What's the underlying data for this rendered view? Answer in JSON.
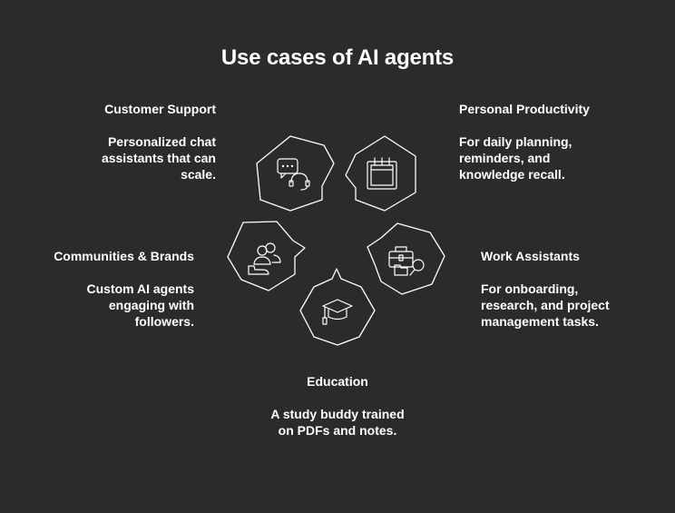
{
  "title": "Use cases of AI agents",
  "use_cases": [
    {
      "heading": "Customer Support",
      "description": "Personalized chat\nassistants that can\nscale.",
      "icon": "chat-support-icon"
    },
    {
      "heading": "Personal Productivity",
      "description": "For daily planning,\nreminders, and\nknowledge recall.",
      "icon": "calendar-icon"
    },
    {
      "heading": "Communities & Brands",
      "description": "Custom AI agents\nengaging with\nfollowers.",
      "icon": "community-icon"
    },
    {
      "heading": "Work Assistants",
      "description": "For onboarding,\nresearch, and project\nmanagement tasks.",
      "icon": "briefcase-search-icon"
    },
    {
      "heading": "Education",
      "description": "A study buddy trained\non PDFs and notes.",
      "icon": "graduation-cap-icon"
    }
  ],
  "colors": {
    "background": "#2b2b2b",
    "foreground": "#ffffff"
  }
}
